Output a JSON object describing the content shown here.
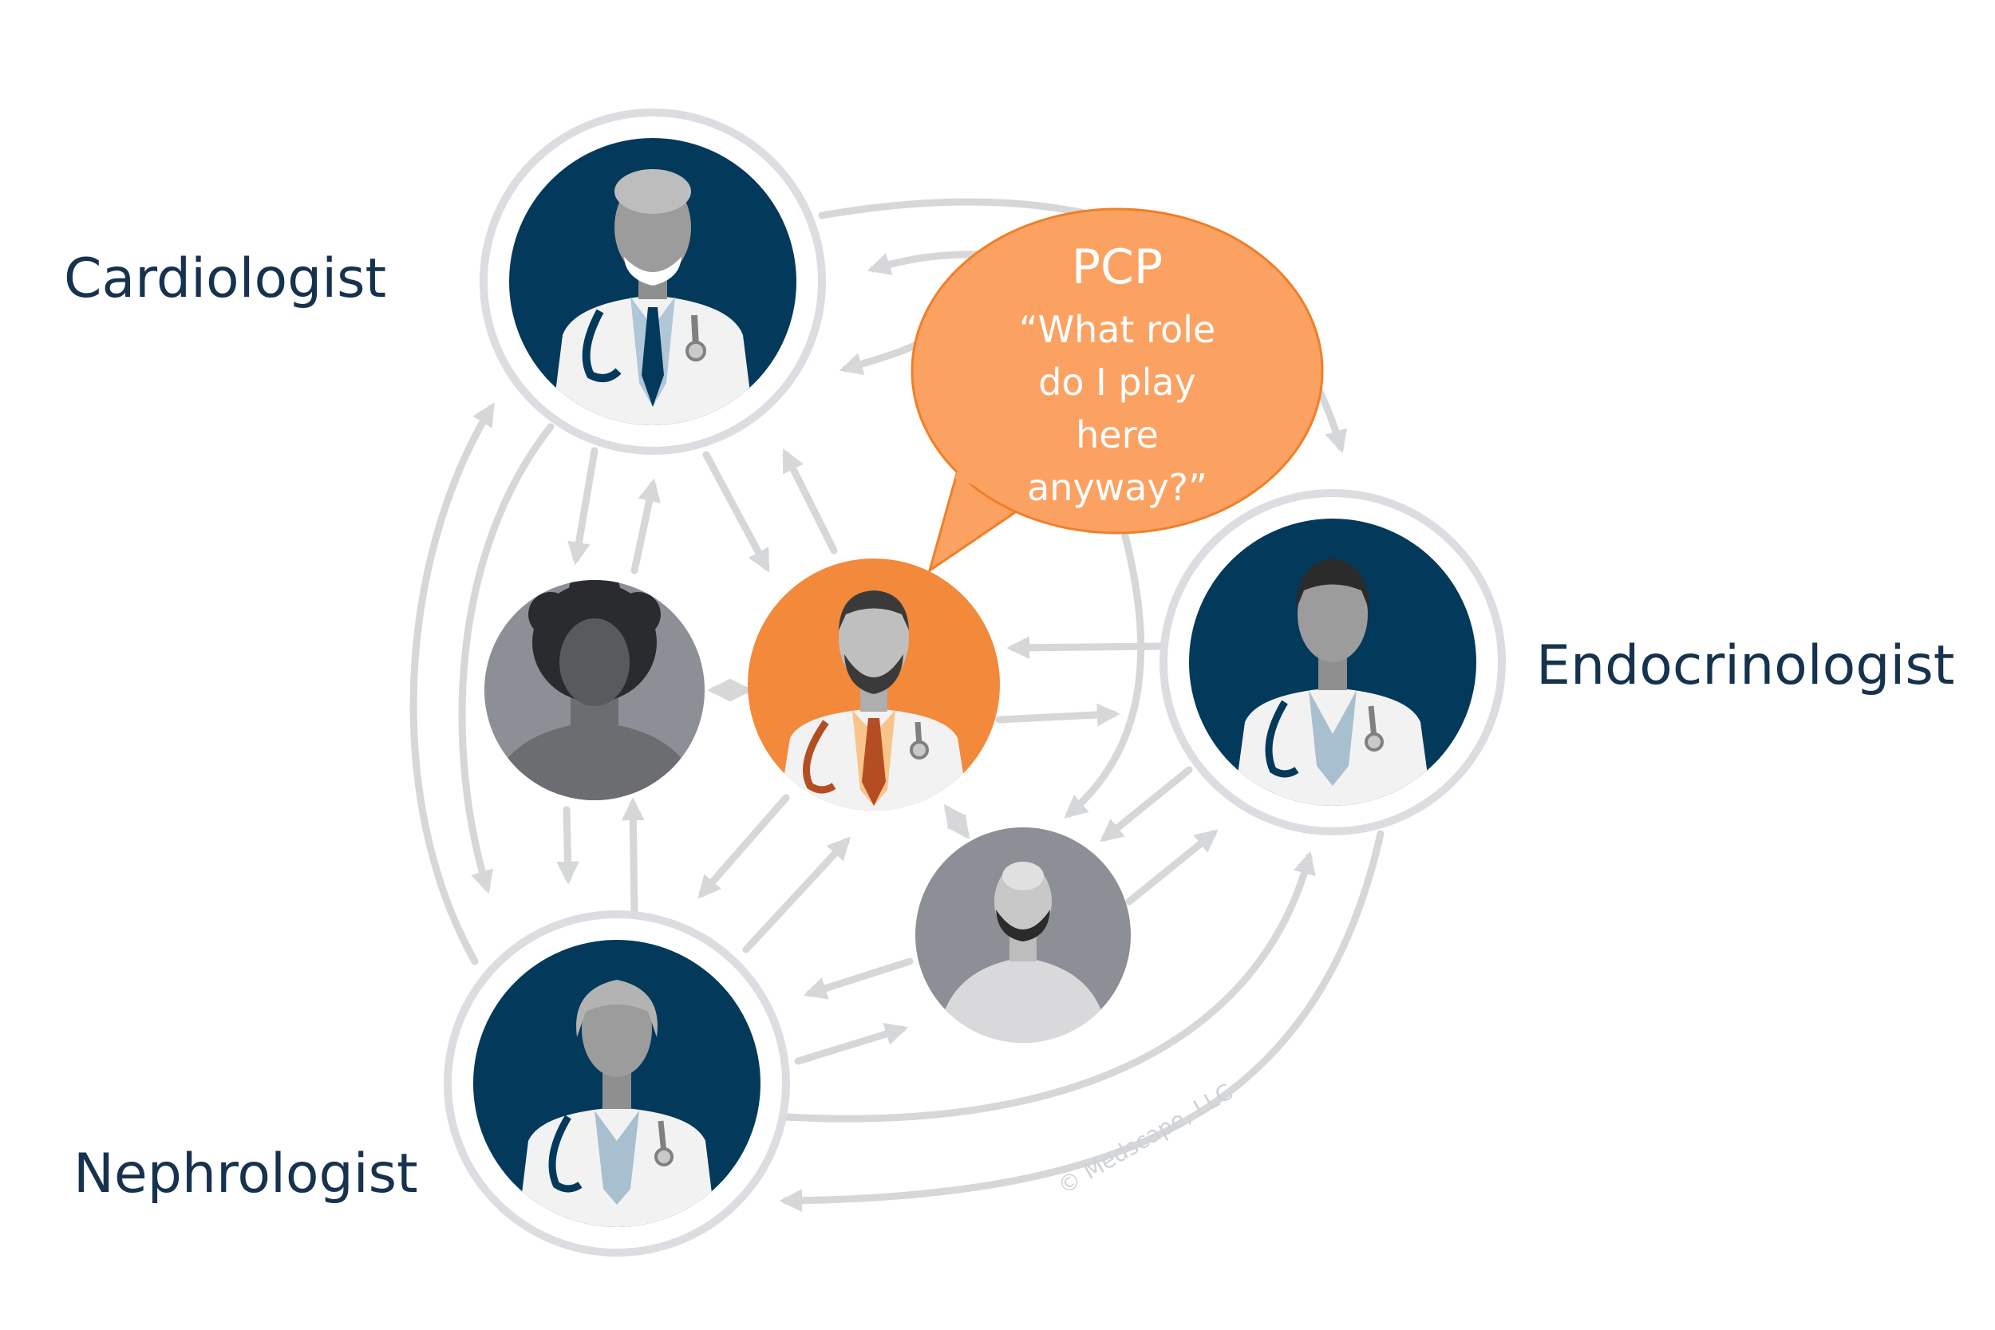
{
  "roles": {
    "cardiologist": "Cardiologist",
    "endocrinologist": "Endocrinologist",
    "nephrologist": "Nephrologist"
  },
  "speech_bubble": {
    "title": "PCP",
    "quote_lines": [
      "“What role",
      "do I play",
      "here",
      "anyway?”"
    ]
  },
  "watermark": "© Medscape, LLC",
  "colors": {
    "navy": "#03395a",
    "orange_pcp": "#f3893a",
    "orange_bubble": "#fba263",
    "gray_patient": "#8d8f97",
    "arrow_gray": "#d6d7d9",
    "label_text": "#16324f"
  }
}
